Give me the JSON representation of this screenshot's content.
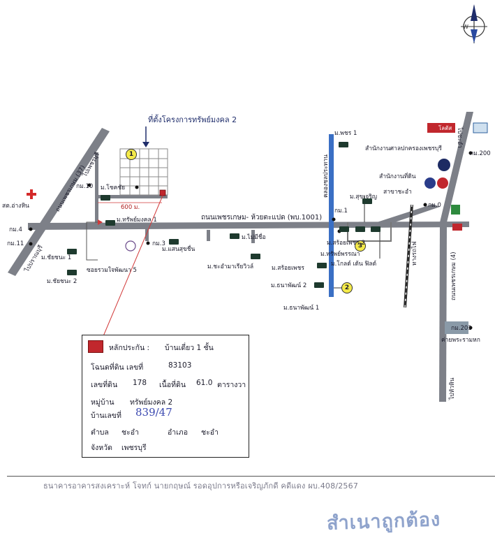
{
  "map": {
    "project_label": "ที่ตั้งโครงการทรัพย์มงคล 2",
    "distance_label": "600 ม.",
    "roads": {
      "main_road": "ถนนเพชรเกษม- ห้วยตะแปด (พบ.1001)",
      "left_diag_road": "ถนนเพชรเกษม (37)",
      "to_phetchaburi": "ไปเพชรบุรี",
      "to_pranburi": "ไปปราณบุรี",
      "canal": "คลองชลประทาน",
      "railway": "ทางรถไฟ",
      "right_diag_road": "ถนนเพชรเกษม (4)",
      "to_hua_hin": "ไปหัวหิน",
      "to_cha_am": "ไปชะอำ",
      "soi": "ซอยรวมใจพัฒนา 5"
    },
    "landmarks": {
      "station": "สต.อ่างหิน",
      "m_chokchai": "ม.โชคชัย",
      "m_sapmongkol1": "ม.ทรัพย์มงคล 1",
      "m_saensukchuen": "ม.แสนสุขชื่น",
      "m_maimeechue": "ม.ไม่มีชื่อ",
      "m_chaam_riviera": "ม.ชะอำมาเรียวิวล์",
      "m_chaiyachana1": "ม.ชัยชนะ 1",
      "m_chaiyachana2": "ม.ชัยชนะ 2",
      "m_phet1": "ม.พชร 1",
      "m_sukcharoen": "ม.สุขเจริญ",
      "m_sroyphet2": "ม.สร้อยเพชร 2",
      "m_sapphana": "ม.ทรัพย์พรรณา",
      "m_golden_field": "ม.โกลด์ เด้น ฟิลด์",
      "m_sroyphet": "ม.สร้อยเพชร",
      "m_thanaphat2": "ม.ธนาพัฒน์ 2",
      "m_thanaphat1": "ม.ธนาพัฒน์ 1",
      "office_district": "สำนักงานศาลปกครองเพชรบุรี",
      "office_land": "สำนักงานที่ดิน",
      "office_land_branch": "สาขาชะอำ",
      "camp": "ค่ายพระรามหก",
      "lotus": "โลตัส"
    },
    "km_markers": {
      "km10": "กม.10",
      "km4": "กม.4",
      "km11": "กม.11",
      "km3": "กม.3",
      "km1": "กม.1",
      "km0": "กม.0",
      "km200": "กม.200",
      "km201": "กม.201"
    },
    "numbers": [
      "1",
      "2",
      "3"
    ]
  },
  "legend": {
    "collateral_label": "หลักประกัน :",
    "collateral_type": "บ้านเดี่ยว 1 ชั้น",
    "deed_label": "โฉนดที่ดิน เลขที่",
    "deed_no": "83103",
    "parcel_label": "เลขที่ดิน",
    "parcel_no": "178",
    "area_label": "เนื้อที่ดิน",
    "area_value": "61.0",
    "area_unit": "ตารางวา",
    "village_label": "หมู่บ้าน",
    "village_value": "ทรัพย์มงคล 2",
    "house_no_label": "บ้านเลขที่",
    "house_no_value": "839/47",
    "subdistrict_label": "ตำบล",
    "subdistrict_value": "ชะอำ",
    "district_label": "อำเภอ",
    "district_value": "ชะอำ",
    "province_label": "จังหวัด",
    "province_value": "เพชรบุรี"
  },
  "footer": {
    "text": "ธนาคารอาคารสงเคราะห์ โจทก์ นายกฤษณ์ รอดอุปการหรือเจริญภักดี คดีแดง ผบ.408/2567",
    "stamp": "สำเนาถูกต้อง"
  },
  "colors": {
    "road": "#7d8088",
    "canal": "#3a6fc4",
    "railway": "#2b2b2b",
    "collateral": "#c1272d",
    "pointer_line": "#d23a3a",
    "circle_marker": "#f4ea4a"
  }
}
